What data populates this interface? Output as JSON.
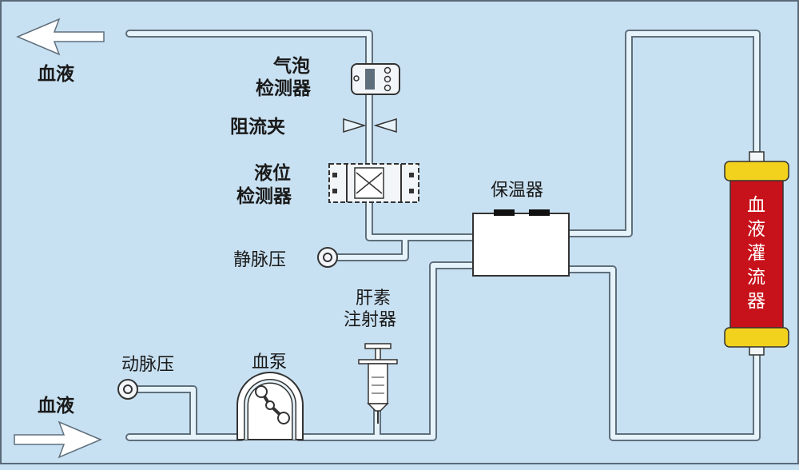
{
  "labels": {
    "blood_out": "血液",
    "blood_in": "血液",
    "bubble_detector": [
      "气泡",
      "检测器"
    ],
    "occlusion_clamp": "阻流夹",
    "level_detector": [
      "液位",
      "检测器"
    ],
    "venous_pressure": "静脉压",
    "warmer": "保温器",
    "heparin_injector": [
      "肝素",
      "注射器"
    ],
    "arterial_pressure": "动脉压",
    "blood_pump": "血泵",
    "perfusion_device": [
      "血",
      "液",
      "灌",
      "流",
      "器"
    ]
  },
  "colors": {
    "background": "#c8e1f2",
    "tube_fill": "#e6f3fb",
    "tube_stroke": "#5f6f7c",
    "perfusion_body": "#c8121b",
    "perfusion_cap": "#f2d21c",
    "perfusion_text": "#ffffff",
    "arrow_fill": "#ffffff"
  },
  "icons": [
    "arrow-left-icon",
    "arrow-right-icon",
    "pressure-gauge-icon",
    "pump-rotor-icon",
    "syringe-icon",
    "clamp-icon"
  ]
}
